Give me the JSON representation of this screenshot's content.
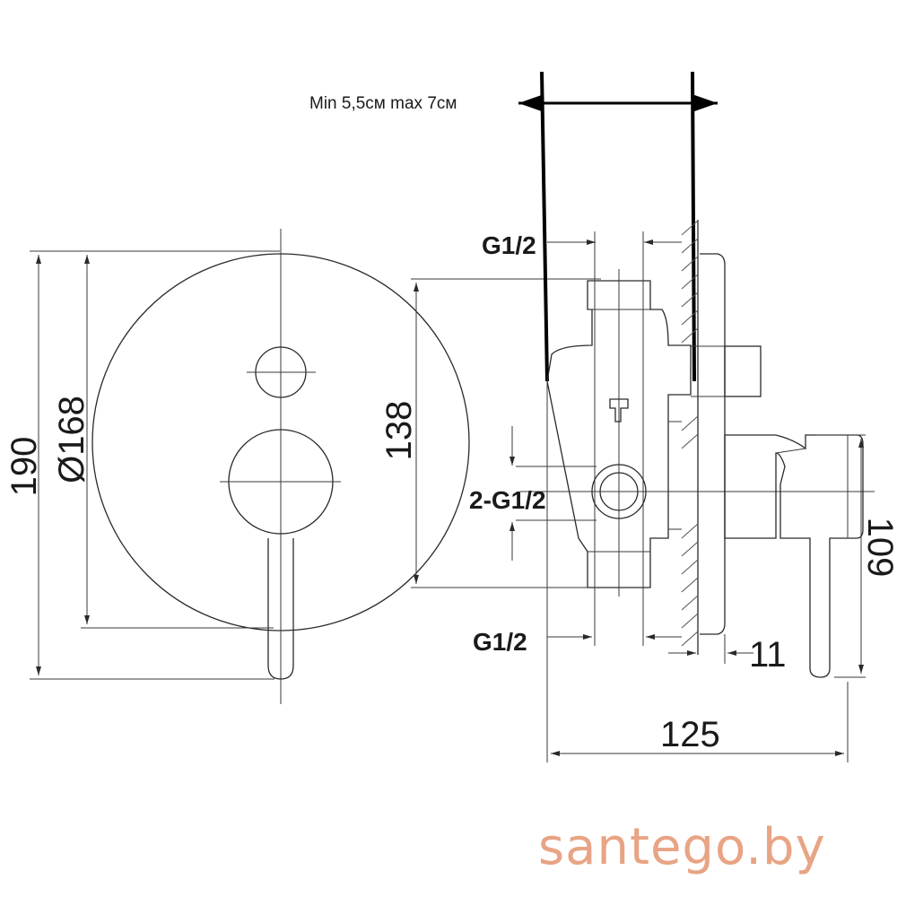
{
  "drawing": {
    "thickness_note": "Min 5,5см max 7см",
    "labels": {
      "height_total": "190",
      "diameter": "Ø168",
      "height_body": "138",
      "thread_top": "G1/2",
      "thread_mid": "2-G1/2",
      "thread_bottom": "G1/2",
      "depth_total": "125",
      "plate_gap": "11",
      "handle_height": "109"
    }
  },
  "watermark": {
    "text": "santego.by",
    "color": "#e8a484"
  }
}
